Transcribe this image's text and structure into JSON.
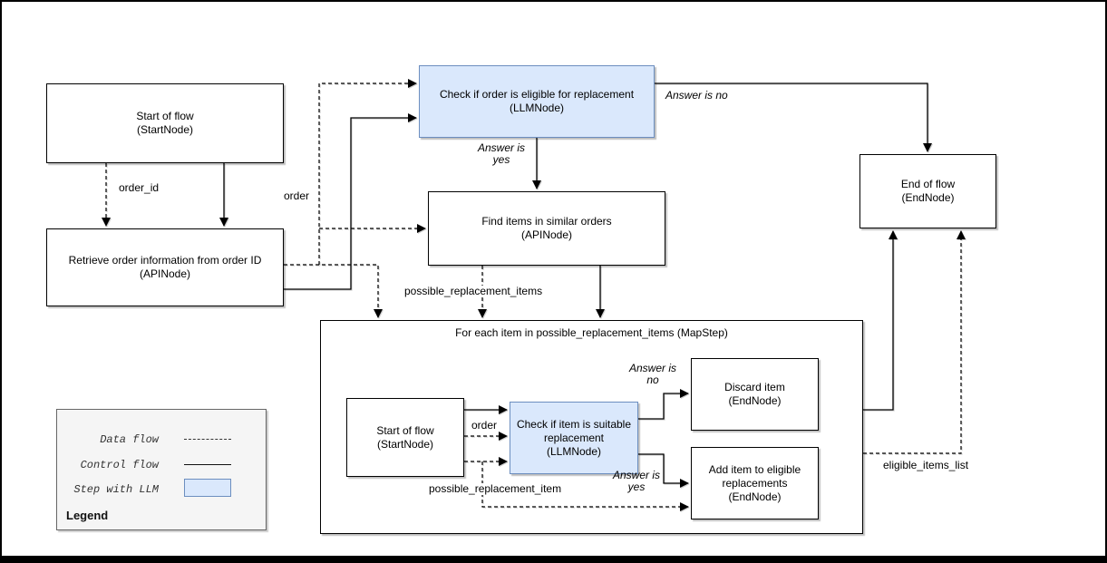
{
  "colors": {
    "llm_fill": "#dae8fc",
    "llm_border": "#6c8ebf",
    "node_fill": "#ffffff",
    "node_border": "#000000"
  },
  "nodes": {
    "start": {
      "label": "Start of flow",
      "type": "(StartNode)"
    },
    "retrieve": {
      "label": "Retrieve order information from order ID",
      "type": "(APINode)"
    },
    "check_order": {
      "label": "Check if order is eligible for replacement",
      "type": "(LLMNode)"
    },
    "find_items": {
      "label": "Find items in similar orders",
      "type": "(APINode)"
    },
    "end": {
      "label": "End of flow",
      "type": "(EndNode)"
    },
    "inner_start": {
      "label": "Start of flow",
      "type": "(StartNode)"
    },
    "inner_check": {
      "label": "Check if item is suitable replacement",
      "type": "(LLMNode)"
    },
    "discard": {
      "label": "Discard item",
      "type": "(EndNode)"
    },
    "add_item": {
      "label": "Add item to eligible replacements",
      "type": "(EndNode)"
    }
  },
  "map_step": {
    "title": "For each item in possible_replacement_items (MapStep)"
  },
  "edge_labels": {
    "order_id": "order_id",
    "order": "order",
    "answer_is_yes": "Answer is yes",
    "answer_is_no": "Answer is no",
    "possible_replacement_items": "possible_replacement_items",
    "possible_replacement_item": "possible_replacement_item",
    "eligible_items_list": "eligible_items_list"
  },
  "legend": {
    "title": "Legend",
    "items": [
      {
        "label": "Data flow",
        "sample": "dashed-line"
      },
      {
        "label": "Control flow",
        "sample": "solid-line"
      },
      {
        "label": "Step with LLM",
        "sample": "llm-box"
      }
    ]
  }
}
